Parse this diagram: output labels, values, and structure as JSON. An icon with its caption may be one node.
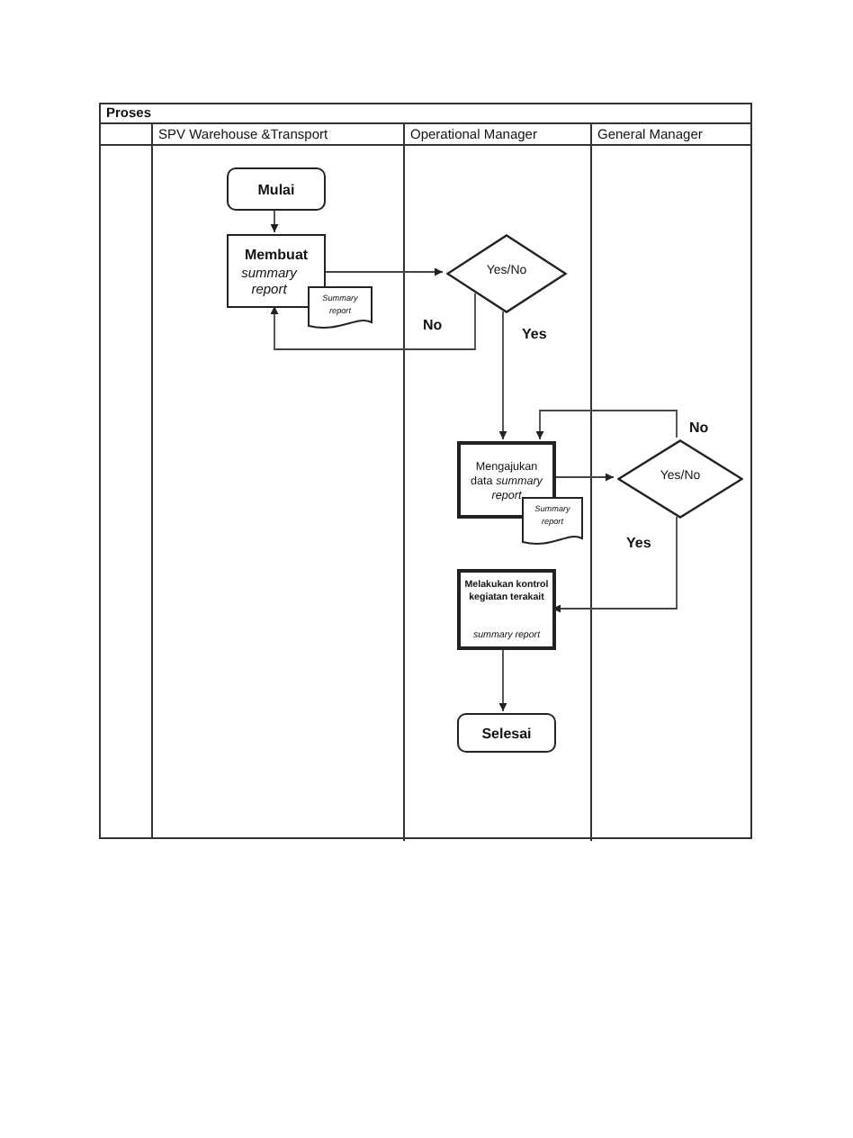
{
  "diagram": {
    "nodes": [
      {
        "text": [
          "Proses"
        ]
      },
      {
        "text": [
          "SPV Warehouse &Transport"
        ],
        "in": 0
      },
      {
        "text": [
          "Operational Manager"
        ],
        "in": 0
      },
      {
        "text": [
          "General Manager"
        ],
        "in": 0
      },
      {
        "text": [
          "Mulai"
        ],
        "in": 1
      },
      {
        "text": [
          "Membuat",
          "summary report"
        ],
        "in": 1
      },
      {
        "text": [
          "Summary report"
        ],
        "in": 1
      },
      {
        "text": [
          "Yes/No"
        ],
        "in": 2
      },
      {
        "text": [
          "Mengajukan data *summary report*"
        ],
        "in": 2
      },
      {
        "text": [
          "Summary report"
        ],
        "in": 2
      },
      {
        "text": [
          "Yes/No"
        ],
        "in": 3
      },
      {
        "text": [
          "Melakukan kontrol kegiatan terakait",
          "summary report"
        ],
        "in": 2
      },
      {
        "text": [
          "Selesai"
        ],
        "in": 2
      }
    ],
    "edges": [
      {
        "from": 4,
        "to": 5,
        "arrow": "to"
      },
      {
        "from": 5,
        "to": 7,
        "arrow": "to"
      },
      {
        "from": 7,
        "to": 5,
        "arrow": "to",
        "label": "No"
      },
      {
        "from": 7,
        "to": 8,
        "arrow": "to",
        "label": "Yes"
      },
      {
        "from": 8,
        "to": 10,
        "arrow": "to"
      },
      {
        "from": 10,
        "to": 8,
        "arrow": "to",
        "label": "No"
      },
      {
        "from": 10,
        "to": 11,
        "arrow": "to",
        "label": "Yes"
      },
      {
        "from": 11,
        "to": 12,
        "arrow": "to"
      }
    ]
  }
}
